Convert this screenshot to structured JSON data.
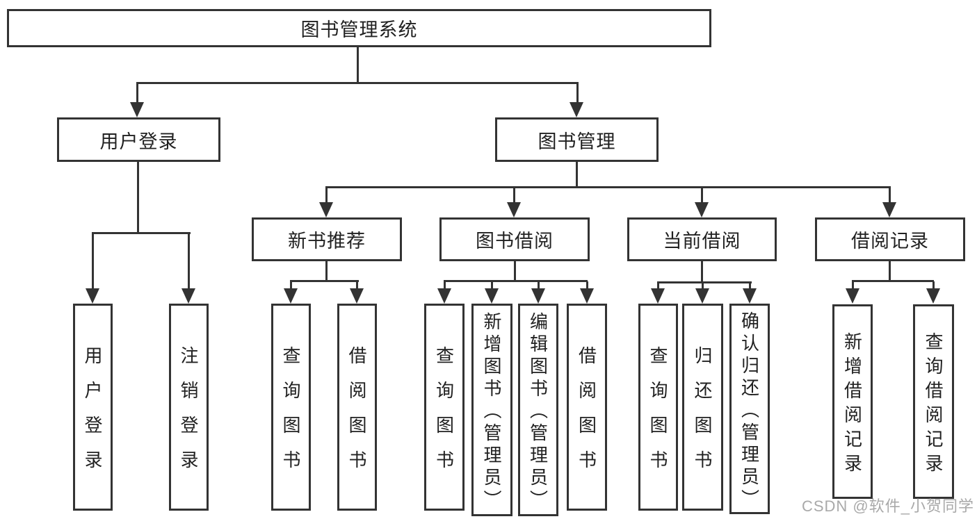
{
  "colors": {
    "line": "#333333",
    "border": "#333333",
    "text": "#212121",
    "watermark": "#a0a0a0",
    "background": "#ffffff"
  },
  "tree": {
    "root": {
      "label": "图书管理系统"
    },
    "branches": [
      {
        "label": "用户登录",
        "children": [
          {
            "label": "用户登录"
          },
          {
            "label": "注销登录"
          }
        ]
      },
      {
        "label": "图书管理",
        "children": [
          {
            "label": "新书推荐",
            "children": [
              {
                "label": "查询图书"
              },
              {
                "label": "借阅图书"
              }
            ]
          },
          {
            "label": "图书借阅",
            "children": [
              {
                "label": "查询图书"
              },
              {
                "label": "新增图书（管理员）"
              },
              {
                "label": "编辑图书（管理员）"
              },
              {
                "label": "借阅图书"
              }
            ]
          },
          {
            "label": "当前借阅",
            "children": [
              {
                "label": "查询图书"
              },
              {
                "label": "归还图书"
              },
              {
                "label": "确认归还（管理员）"
              }
            ]
          },
          {
            "label": "借阅记录",
            "children": [
              {
                "label": "新增借阅记录"
              },
              {
                "label": "查询借阅记录"
              }
            ]
          }
        ]
      }
    ]
  },
  "watermark": {
    "text": "CSDN @软件_小贺同学"
  }
}
